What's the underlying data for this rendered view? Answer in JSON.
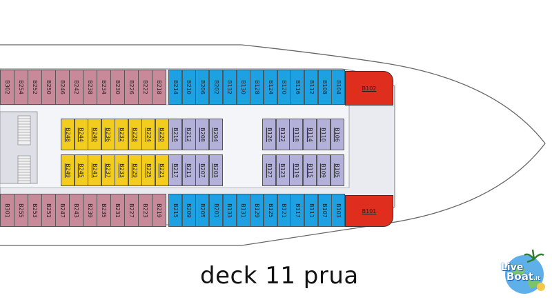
{
  "title": "deck 11 prua",
  "logo": {
    "line1": "Live",
    "line2": "Bo",
    "line3": "at",
    "suffix": ".it"
  },
  "colors": {
    "pink": "#c88998",
    "blue": "#1da1e2",
    "yellow": "#f2cc1e",
    "lilac": "#b3b1d9",
    "red": "#e02e1e",
    "deck": "#e9eaf0",
    "corridor": "#f4f5f8"
  },
  "cabins": {
    "top_pink": [
      "B302",
      "B254",
      "B252",
      "B250",
      "B246",
      "B242",
      "B238",
      "B234",
      "B230",
      "B226",
      "B222",
      "B218"
    ],
    "top_blue": [
      "B214",
      "B210",
      "B206",
      "B202",
      "B132",
      "B130",
      "B128",
      "B124",
      "B120",
      "B116",
      "B112",
      "B108",
      "B104"
    ],
    "top_bow": "B102",
    "bottom_pink": [
      "B301",
      "B255",
      "B253",
      "B251",
      "B247",
      "B243",
      "B239",
      "B235",
      "B231",
      "B227",
      "B223",
      "B219"
    ],
    "bottom_blue": [
      "B215",
      "B209",
      "B205",
      "B201",
      "B133",
      "B131",
      "B129",
      "B125",
      "B121",
      "B117",
      "B111",
      "B107",
      "B103"
    ],
    "bottom_bow": "B101",
    "inner_yellow_top": [
      "B248",
      "B244",
      "B240",
      "B236",
      "B232",
      "B228",
      "B224",
      "B220"
    ],
    "inner_yellow_bottom": [
      "B249",
      "B245",
      "B241",
      "B237",
      "B233",
      "B229",
      "B225",
      "B221"
    ],
    "inner_lilac_a_top": [
      "B216",
      "B212",
      "B208",
      "B204"
    ],
    "inner_lilac_a_bottom": [
      "B217",
      "B211",
      "B207",
      "B203"
    ],
    "inner_lilac_b_top": [
      "B126",
      "B122",
      "B118",
      "B114",
      "B110",
      "B106"
    ],
    "inner_lilac_b_bottom": [
      "B127",
      "B123",
      "B119",
      "B115",
      "B109",
      "B105"
    ]
  }
}
